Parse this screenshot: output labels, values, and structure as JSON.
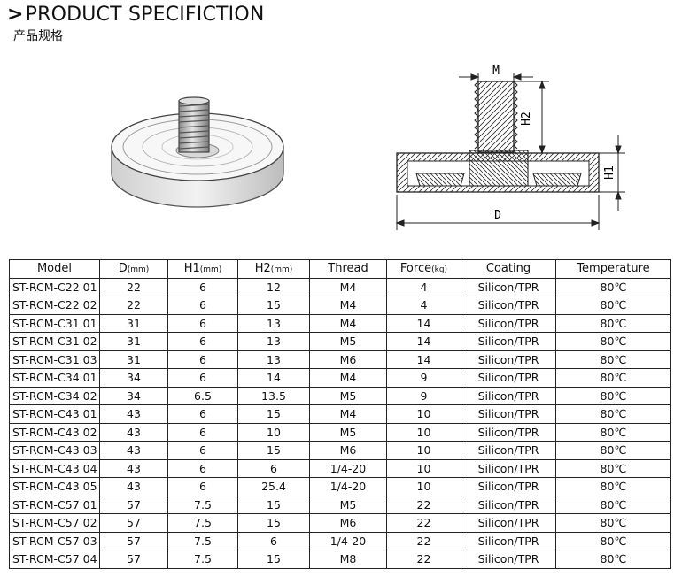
{
  "header": {
    "chevron": ">",
    "title": "PRODUCT SPECIFICTION",
    "subtitle": "产品规格"
  },
  "drawing_labels": {
    "M": "M",
    "H2": "H2",
    "H1": "H1",
    "D": "D"
  },
  "table": {
    "headers": [
      {
        "label": "Model",
        "unit": ""
      },
      {
        "label": "D",
        "unit": "(mm)"
      },
      {
        "label": "H1",
        "unit": "(mm)"
      },
      {
        "label": "H2",
        "unit": "(mm)"
      },
      {
        "label": "Thread",
        "unit": ""
      },
      {
        "label": "Force",
        "unit": "(kg)"
      },
      {
        "label": "Coating",
        "unit": ""
      },
      {
        "label": "Temperature",
        "unit": ""
      }
    ],
    "rows": [
      [
        "ST-RCM-C22 01",
        "22",
        "6",
        "12",
        "M4",
        "4",
        "Silicon/TPR",
        "80℃"
      ],
      [
        "ST-RCM-C22 02",
        "22",
        "6",
        "15",
        "M4",
        "4",
        "Silicon/TPR",
        "80℃"
      ],
      [
        "ST-RCM-C31 01",
        "31",
        "6",
        "13",
        "M4",
        "14",
        "Silicon/TPR",
        "80℃"
      ],
      [
        "ST-RCM-C31 02",
        "31",
        "6",
        "13",
        "M5",
        "14",
        "Silicon/TPR",
        "80℃"
      ],
      [
        "ST-RCM-C31 03",
        "31",
        "6",
        "13",
        "M6",
        "14",
        "Silicon/TPR",
        "80℃"
      ],
      [
        "ST-RCM-C34 01",
        "34",
        "6",
        "14",
        "M4",
        "9",
        "Silicon/TPR",
        "80℃"
      ],
      [
        "ST-RCM-C34 02",
        "34",
        "6.5",
        "13.5",
        "M5",
        "9",
        "Silicon/TPR",
        "80℃"
      ],
      [
        "ST-RCM-C43 01",
        "43",
        "6",
        "15",
        "M4",
        "10",
        "Silicon/TPR",
        "80℃"
      ],
      [
        "ST-RCM-C43 02",
        "43",
        "6",
        "10",
        "M5",
        "10",
        "Silicon/TPR",
        "80℃"
      ],
      [
        "ST-RCM-C43 03",
        "43",
        "6",
        "15",
        "M6",
        "10",
        "Silicon/TPR",
        "80℃"
      ],
      [
        "ST-RCM-C43 04",
        "43",
        "6",
        "6",
        "1/4-20",
        "10",
        "Silicon/TPR",
        "80℃"
      ],
      [
        "ST-RCM-C43 05",
        "43",
        "6",
        "25.4",
        "1/4-20",
        "10",
        "Silicon/TPR",
        "80℃"
      ],
      [
        "ST-RCM-C57 01",
        "57",
        "7.5",
        "15",
        "M5",
        "22",
        "Silicon/TPR",
        "80℃"
      ],
      [
        "ST-RCM-C57 02",
        "57",
        "7.5",
        "15",
        "M6",
        "22",
        "Silicon/TPR",
        "80℃"
      ],
      [
        "ST-RCM-C57 03",
        "57",
        "7.5",
        "6",
        "1/4-20",
        "22",
        "Silicon/TPR",
        "80℃"
      ],
      [
        "ST-RCM-C57 04",
        "57",
        "7.5",
        "15",
        "M8",
        "22",
        "Silicon/TPR",
        "80℃"
      ]
    ]
  }
}
